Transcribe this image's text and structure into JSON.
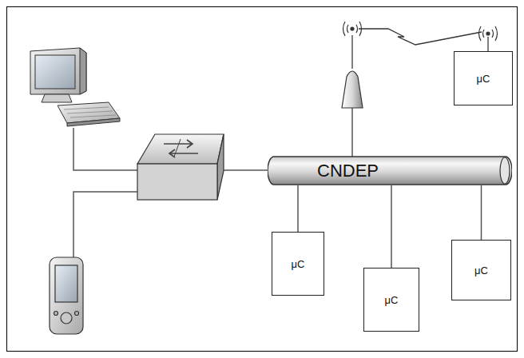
{
  "diagram": {
    "nodes": [
      {
        "text": [
          "μC"
        ]
      },
      {
        "text": [
          "CNDEP"
        ]
      },
      {
        "text": [
          "μC"
        ]
      },
      {
        "text": [
          "μC"
        ]
      },
      {
        "text": [
          "μC"
        ]
      }
    ],
    "edges": [
      {
        "from": 1,
        "to": 2,
        "arrow": "none"
      },
      {
        "from": 1,
        "to": 3,
        "arrow": "none"
      },
      {
        "from": 1,
        "to": 4,
        "arrow": "none"
      }
    ]
  }
}
